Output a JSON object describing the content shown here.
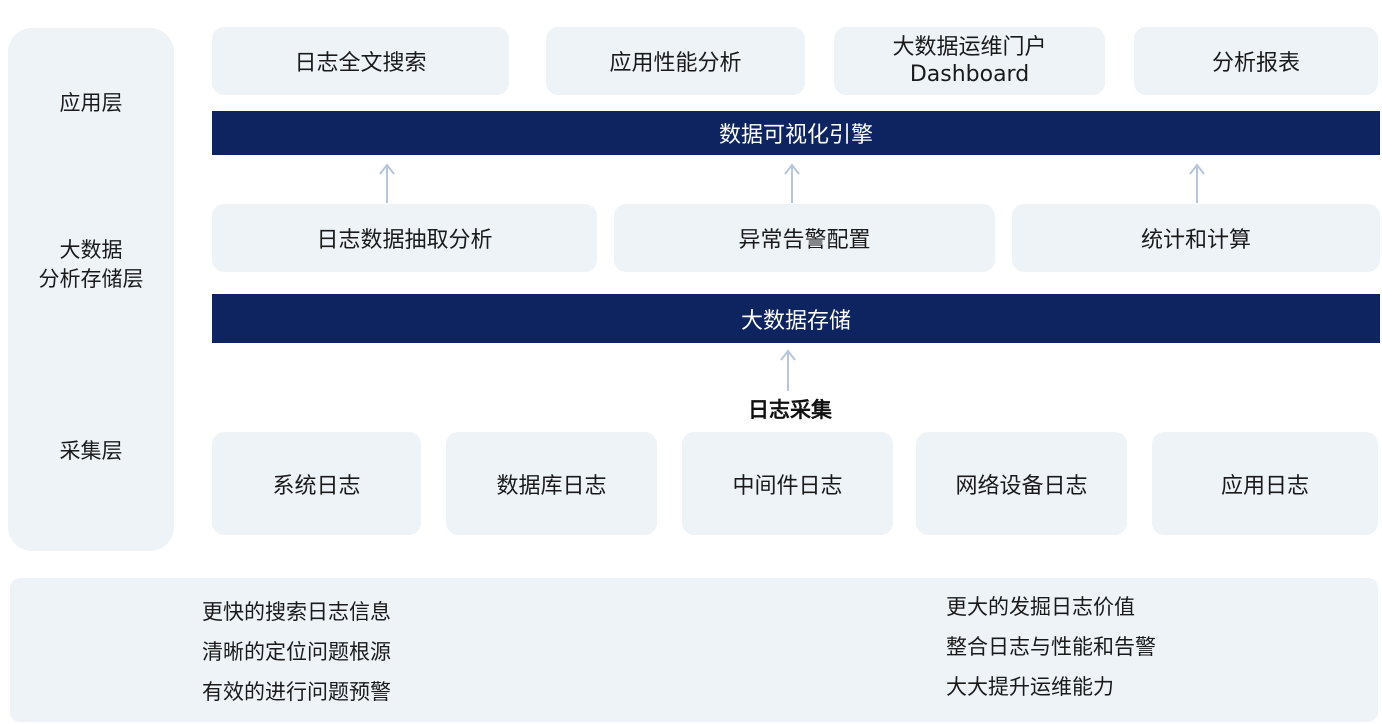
{
  "layers": {
    "application": "应用层",
    "analysis_line1": "大数据",
    "analysis_line2": "分析存储层",
    "collection": "采集层"
  },
  "apps": {
    "log_search": "日志全文搜索",
    "perf_analysis": "应用性能分析",
    "ops_portal_line1": "大数据运维门户",
    "ops_portal_line2": "Dashboard",
    "reports": "分析报表"
  },
  "viz_engine": "数据可视化引擎",
  "analysis": {
    "extraction": "日志数据抽取分析",
    "alert_config": "异常告警配置",
    "stats": "统计和计算"
  },
  "storage": "大数据存储",
  "collection": {
    "title": "日志采集",
    "sources": [
      "系统日志",
      "数据库日志",
      "中间件日志",
      "网络设备日志",
      "应用日志"
    ]
  },
  "benefits": {
    "left": [
      "更快的搜索日志信息",
      "清晰的定位问题根源",
      "有效的进行问题预警"
    ],
    "right": [
      "更大的发掘日志价值",
      "整合日志与性能和告警",
      "大大提升运维能力"
    ]
  },
  "colors": {
    "bar": "#0e2461",
    "panel": "#eef3f8",
    "arrow": "#b7c6da"
  }
}
